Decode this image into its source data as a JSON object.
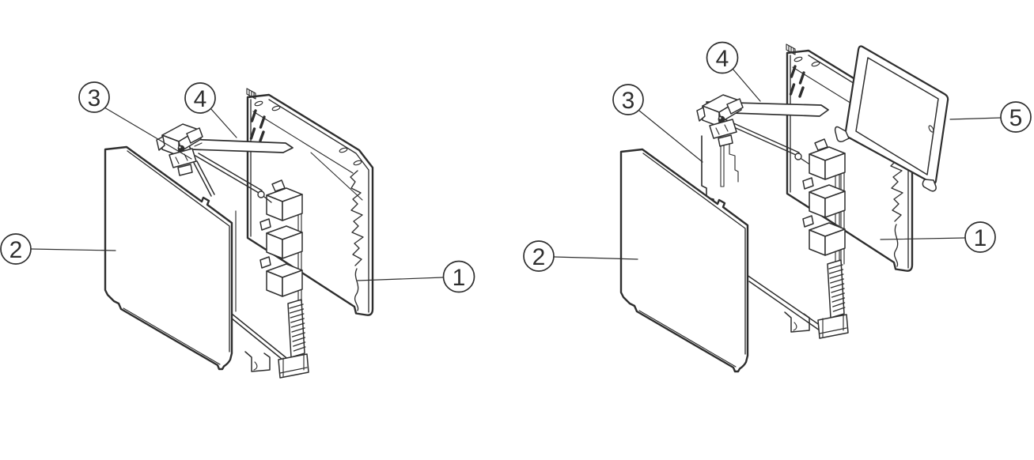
{
  "figure": {
    "description": "exploded-view line drawings of a DIN-rail module housing, two variants side by side",
    "background_color": "#ffffff",
    "line_color": "#2e2e2e",
    "views": [
      {
        "name": "left-exploded-view",
        "callouts": [
          {
            "label": "3"
          },
          {
            "label": "4"
          },
          {
            "label": "2"
          },
          {
            "label": "1"
          }
        ]
      },
      {
        "name": "right-exploded-view",
        "callouts": [
          {
            "label": "3"
          },
          {
            "label": "4"
          },
          {
            "label": "5"
          },
          {
            "label": "2"
          },
          {
            "label": "1"
          }
        ]
      }
    ]
  }
}
